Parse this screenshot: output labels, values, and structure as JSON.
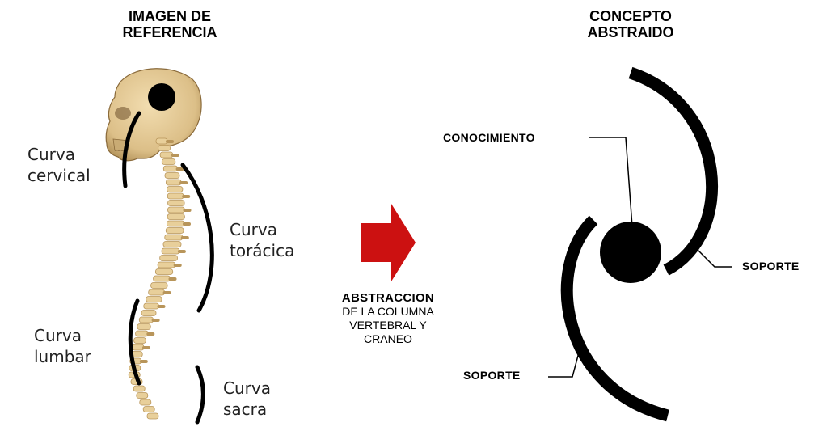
{
  "reference_panel": {
    "title_lines": [
      "IMAGEN DE",
      "REFERENCIA"
    ],
    "curves": {
      "cervical": [
        "Curva",
        "cervical"
      ],
      "toracica": [
        "Curva",
        "torácica"
      ],
      "lumbar": [
        "Curva",
        "lumbar"
      ],
      "sacra": [
        "Curva",
        "sacra"
      ]
    }
  },
  "arrow": {
    "color": "#cc1111",
    "caption_bold": "ABSTRACCION",
    "caption_lines": [
      "DE LA COLUMNA",
      "VERTEBRAL Y",
      "CRANEO"
    ]
  },
  "concept_panel": {
    "title_lines": [
      "CONCEPTO",
      "ABSTRAIDO"
    ],
    "labels": {
      "conocimiento": "CONOCIMIENTO",
      "soporte_right": "SOPORTE",
      "soporte_left": "SOPORTE"
    }
  },
  "colors": {
    "bone": "#e8cf9a",
    "bone_shadow": "#b8955a",
    "ink": "#000000"
  }
}
